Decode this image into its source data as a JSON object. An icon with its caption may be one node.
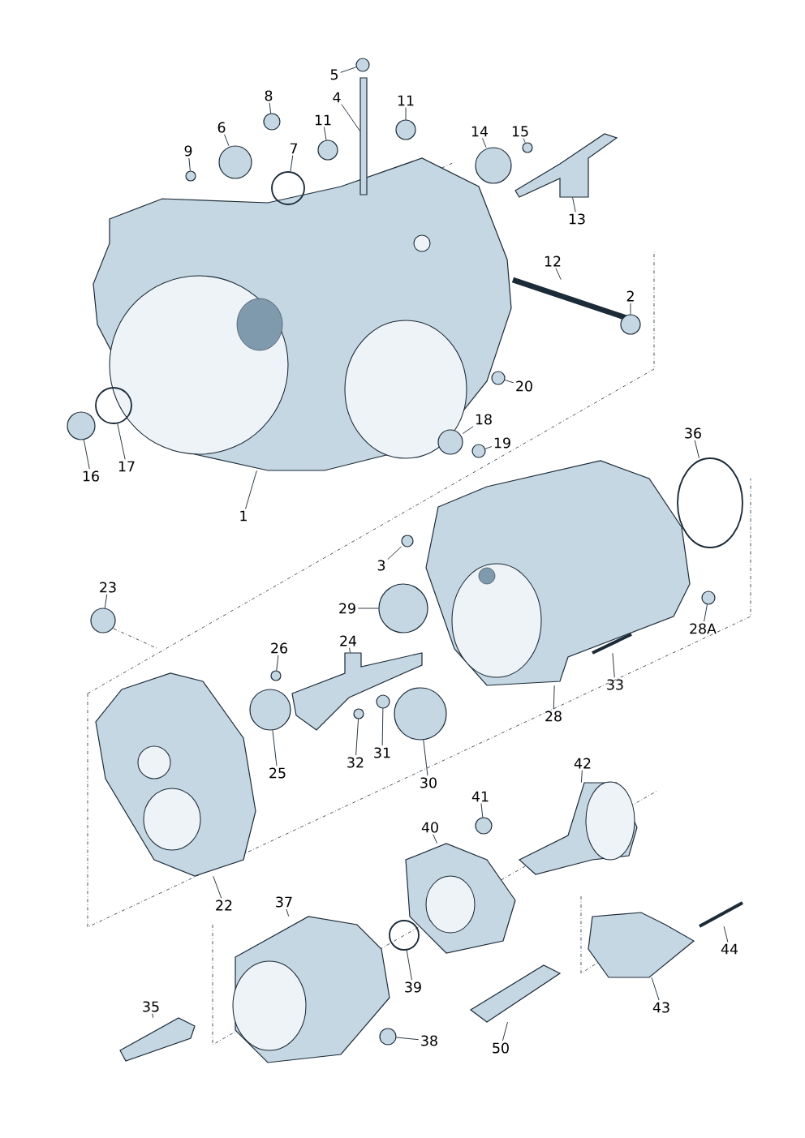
{
  "diagram": {
    "nodes": [
      {
        "text": [
          "5"
        ]
      },
      {
        "text": [
          "4"
        ]
      },
      {
        "text": [
          "8"
        ]
      },
      {
        "text": [
          "11"
        ]
      },
      {
        "text": [
          "11"
        ]
      },
      {
        "text": [
          "6"
        ]
      },
      {
        "text": [
          "9"
        ]
      },
      {
        "text": [
          "7"
        ]
      },
      {
        "text": [
          "14"
        ]
      },
      {
        "text": [
          "15"
        ]
      },
      {
        "text": [
          "13"
        ]
      },
      {
        "text": [
          "12"
        ]
      },
      {
        "text": [
          "2"
        ]
      },
      {
        "text": [
          "20"
        ]
      },
      {
        "text": [
          "18"
        ]
      },
      {
        "text": [
          "19"
        ]
      },
      {
        "text": [
          "16"
        ]
      },
      {
        "text": [
          "17"
        ]
      },
      {
        "text": [
          "1"
        ]
      },
      {
        "text": [
          "36"
        ]
      },
      {
        "text": [
          "3"
        ]
      },
      {
        "text": [
          "29"
        ]
      },
      {
        "text": [
          "23"
        ]
      },
      {
        "text": [
          "28A"
        ]
      },
      {
        "text": [
          "26"
        ]
      },
      {
        "text": [
          "24"
        ]
      },
      {
        "text": [
          "33"
        ]
      },
      {
        "text": [
          "28"
        ]
      },
      {
        "text": [
          "25"
        ]
      },
      {
        "text": [
          "32"
        ]
      },
      {
        "text": [
          "31"
        ]
      },
      {
        "text": [
          "30"
        ]
      },
      {
        "text": [
          "42"
        ]
      },
      {
        "text": [
          "41"
        ]
      },
      {
        "text": [
          "40"
        ]
      },
      {
        "text": [
          "22"
        ]
      },
      {
        "text": [
          "37"
        ]
      },
      {
        "text": [
          "44"
        ]
      },
      {
        "text": [
          "39"
        ]
      },
      {
        "text": [
          "43"
        ]
      },
      {
        "text": [
          "35"
        ]
      },
      {
        "text": [
          "38"
        ]
      },
      {
        "text": [
          "50"
        ]
      },
      {
        "text": [],
        "shape": "circle"
      },
      {
        "text": [],
        "shape": "bar"
      },
      {
        "text": [],
        "shape": "circle"
      },
      {
        "text": [],
        "shape": "circle"
      },
      {
        "text": [],
        "shape": "circle"
      },
      {
        "text": [],
        "shape": "circle"
      },
      {
        "text": [],
        "shape": "circle"
      },
      {
        "text": [],
        "shape": "circle"
      },
      {
        "text": [],
        "shape": "circle"
      },
      {
        "text": [],
        "shape": "circle"
      },
      {
        "text": [],
        "shape": "picture"
      },
      {
        "text": [],
        "shape": "bar"
      },
      {
        "text": [],
        "shape": "circle"
      },
      {
        "text": [],
        "shape": "circle"
      },
      {
        "text": [],
        "shape": "circle"
      },
      {
        "text": [],
        "shape": "circle"
      },
      {
        "text": [],
        "shape": "circle"
      },
      {
        "text": [],
        "shape": "circle"
      },
      {
        "text": [],
        "shape": "picture"
      },
      {
        "text": [],
        "shape": "circle"
      },
      {
        "text": [],
        "shape": "circle"
      },
      {
        "text": [],
        "shape": "circle"
      },
      {
        "text": [],
        "shape": "circle"
      },
      {
        "text": [],
        "shape": "circle"
      },
      {
        "text": [],
        "shape": "circle"
      },
      {
        "text": [],
        "shape": "picture"
      },
      {
        "text": [],
        "shape": "bar"
      },
      {
        "text": [],
        "shape": "picture"
      },
      {
        "text": [],
        "shape": "circle"
      },
      {
        "text": [],
        "shape": "circle"
      },
      {
        "text": [],
        "shape": "circle"
      },
      {
        "text": [],
        "shape": "circle"
      },
      {
        "text": [],
        "shape": "picture"
      },
      {
        "text": [],
        "shape": "circle"
      },
      {
        "text": [],
        "shape": "picture"
      },
      {
        "text": [],
        "shape": "picture"
      },
      {
        "text": [],
        "shape": "picture"
      },
      {
        "text": [],
        "shape": "bar"
      },
      {
        "text": [],
        "shape": "circle"
      },
      {
        "text": [],
        "shape": "picture"
      },
      {
        "text": [],
        "shape": "picture"
      },
      {
        "text": [],
        "shape": "circle"
      },
      {
        "text": [],
        "shape": "picture"
      }
    ],
    "edges": [
      {
        "from": 0,
        "to": 43,
        "arrow": "none"
      },
      {
        "from": 1,
        "to": 44,
        "arrow": "none"
      },
      {
        "from": 2,
        "to": 45,
        "arrow": "none"
      },
      {
        "from": 3,
        "to": 46,
        "arrow": "none"
      },
      {
        "from": 4,
        "to": 47,
        "arrow": "none"
      },
      {
        "from": 5,
        "to": 48,
        "arrow": "none"
      },
      {
        "from": 6,
        "to": 49,
        "arrow": "none"
      },
      {
        "from": 7,
        "to": 50,
        "arrow": "none"
      },
      {
        "from": 8,
        "to": 51,
        "arrow": "none"
      },
      {
        "from": 9,
        "to": 52,
        "arrow": "none"
      },
      {
        "from": 10,
        "to": 53,
        "arrow": "none"
      },
      {
        "from": 11,
        "to": 54,
        "arrow": "none"
      },
      {
        "from": 12,
        "to": 55,
        "arrow": "none"
      },
      {
        "from": 13,
        "to": 56,
        "arrow": "none"
      },
      {
        "from": 14,
        "to": 57,
        "arrow": "none"
      },
      {
        "from": 15,
        "to": 58,
        "arrow": "none"
      },
      {
        "from": 16,
        "to": 59,
        "arrow": "none"
      },
      {
        "from": 17,
        "to": 60,
        "arrow": "none"
      },
      {
        "from": 18,
        "to": 61,
        "arrow": "none"
      },
      {
        "from": 19,
        "to": 62,
        "arrow": "none"
      },
      {
        "from": 20,
        "to": 63,
        "arrow": "none"
      },
      {
        "from": 21,
        "to": 64,
        "arrow": "none"
      },
      {
        "from": 22,
        "to": 65,
        "arrow": "none"
      },
      {
        "from": 23,
        "to": 66,
        "arrow": "none"
      },
      {
        "from": 24,
        "to": 67,
        "arrow": "none"
      },
      {
        "from": 25,
        "to": 68,
        "arrow": "none"
      },
      {
        "from": 26,
        "to": 69,
        "arrow": "none"
      },
      {
        "from": 27,
        "to": 70,
        "arrow": "none"
      },
      {
        "from": 28,
        "to": 71,
        "arrow": "none"
      },
      {
        "from": 29,
        "to": 72,
        "arrow": "none"
      },
      {
        "from": 30,
        "to": 73,
        "arrow": "none"
      },
      {
        "from": 31,
        "to": 74,
        "arrow": "none"
      },
      {
        "from": 32,
        "to": 75,
        "arrow": "none"
      },
      {
        "from": 33,
        "to": 76,
        "arrow": "none"
      },
      {
        "from": 34,
        "to": 77,
        "arrow": "none"
      },
      {
        "from": 35,
        "to": 78,
        "arrow": "none"
      },
      {
        "from": 36,
        "to": 79,
        "arrow": "none"
      },
      {
        "from": 37,
        "to": 80,
        "arrow": "none"
      },
      {
        "from": 38,
        "to": 81,
        "arrow": "none"
      },
      {
        "from": 39,
        "to": 82,
        "arrow": "none"
      },
      {
        "from": 40,
        "to": 83,
        "arrow": "none"
      },
      {
        "from": 41,
        "to": 84,
        "arrow": "none"
      },
      {
        "from": 42,
        "to": 85,
        "arrow": "none"
      }
    ]
  }
}
